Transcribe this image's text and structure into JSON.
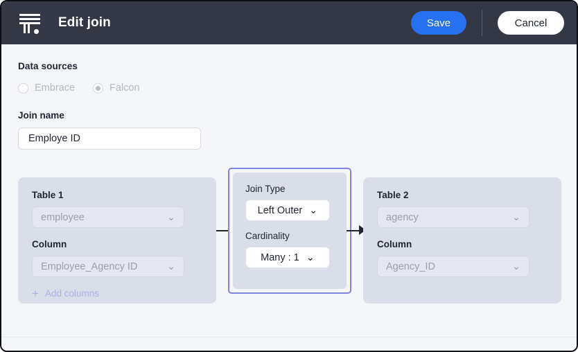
{
  "header": {
    "logo_name": "thoughtspot-logo",
    "title": "Edit join",
    "save_label": "Save",
    "cancel_label": "Cancel",
    "save_color": "#2770ef",
    "background_color": "#333844"
  },
  "data_sources": {
    "label": "Data sources",
    "options": [
      {
        "label": "Embrace",
        "selected": false
      },
      {
        "label": "Falcon",
        "selected": true
      }
    ]
  },
  "join_name": {
    "label": "Join name",
    "value": "Employe ID",
    "placeholder": "Join name"
  },
  "table1": {
    "label": "Table 1",
    "table_value": "employee",
    "column_label": "Column",
    "column_value": "Employee_Agency ID",
    "add_columns_label": "Add columns",
    "add_columns_icon": "plus-icon"
  },
  "join": {
    "join_type_label": "Join Type",
    "join_type_value": "Left Outer",
    "cardinality_label": "Cardinality",
    "cardinality_value": "Many : 1",
    "focus_border_color": "#8183e8"
  },
  "table2": {
    "label": "Table 2",
    "table_value": "agency",
    "column_label": "Column",
    "column_value": "Agency_ID"
  },
  "icons": {
    "chevron": "⌄"
  }
}
